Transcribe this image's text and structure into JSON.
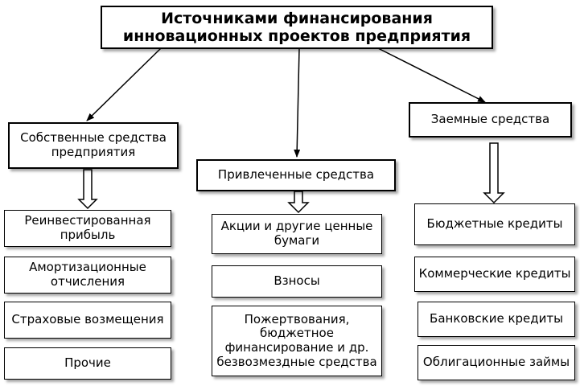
{
  "title": "Источниками финансирования инновационных проектов предприятия",
  "categories": [
    {
      "label": "Собственные средства предприятия",
      "items": [
        "Реинвестированная прибыль",
        "Амортизационные отчисления",
        "Страховые возмещения",
        "Прочие"
      ]
    },
    {
      "label": "Привлеченные средства",
      "items": [
        "Акции и другие ценные бумаги",
        "Взносы",
        "Пожертвования, бюджетное финансирование и др. безвозмездные средства"
      ]
    },
    {
      "label": "Заемные средства",
      "items": [
        "Бюджетные кредиты",
        "Коммерческие кредиты",
        "Банковские кредиты",
        "Облигационные займы"
      ]
    }
  ]
}
